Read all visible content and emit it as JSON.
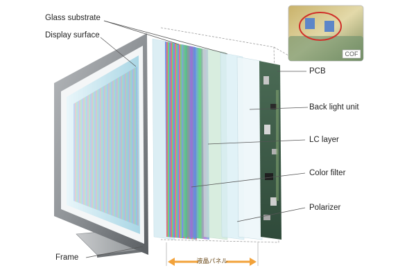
{
  "labels": {
    "glass_substrate": "Glass substrate",
    "display_surface": "Display surface",
    "pcb": "PCB",
    "back_light_unit": "Back light unit",
    "lc_layer": "LC layer",
    "color_filter": "Color filter",
    "polarizer": "Polarizer",
    "frame": "Frame",
    "lcd_panel": "液晶パネル",
    "cof": "COF"
  },
  "colors": {
    "frame_gray": "#8e9296",
    "frame_dark": "#5a5e62",
    "screen_blue": "#bfe3ee",
    "polarizer": "#d6ecf3",
    "pcb_green": "#3f5e4a",
    "arrow_orange": "#f2a23a",
    "highlight_red": "#d0302a"
  }
}
